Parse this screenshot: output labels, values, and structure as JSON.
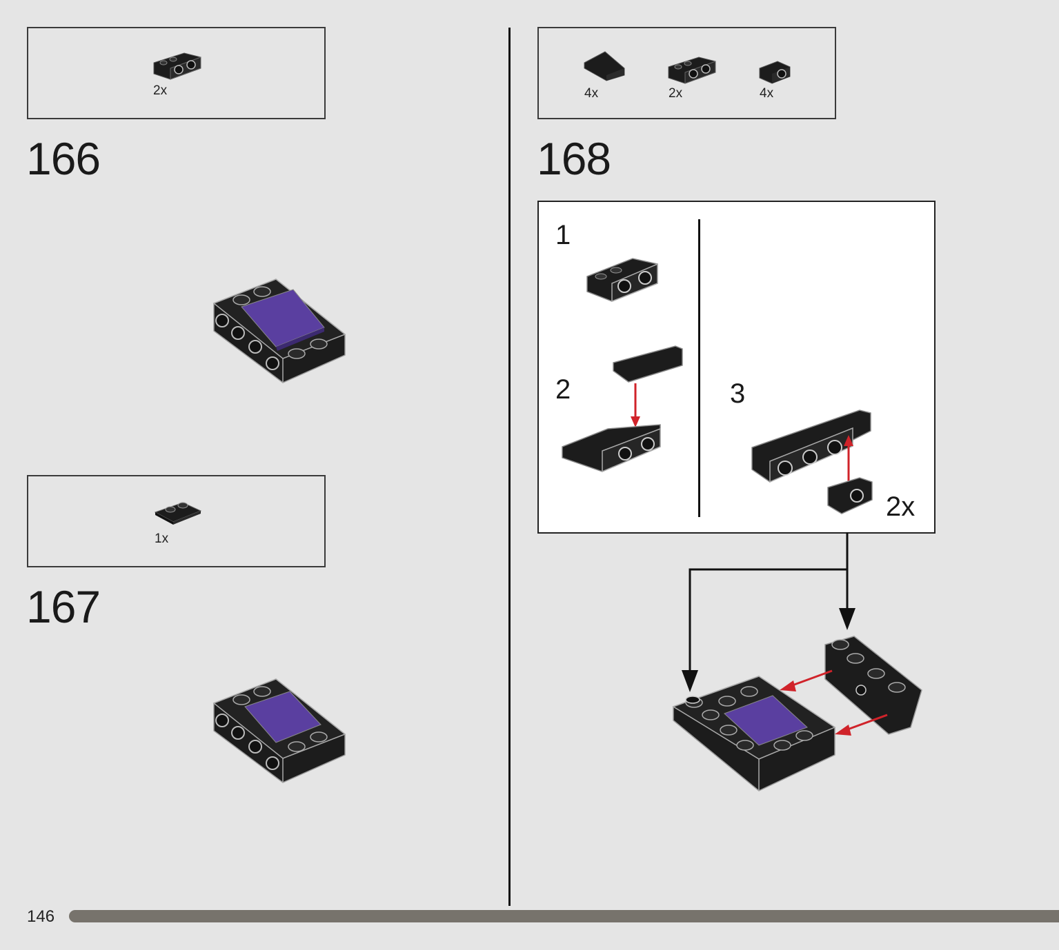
{
  "steps": [
    {
      "number": "166",
      "parts": [
        {
          "qty": "2x",
          "part": "bracket-1x2-icon"
        }
      ]
    },
    {
      "number": "167",
      "parts": [
        {
          "qty": "1x",
          "part": "plate-1x2-icon"
        }
      ]
    },
    {
      "number": "168",
      "parts": [
        {
          "qty": "4x",
          "part": "slope-icon"
        },
        {
          "qty": "2x",
          "part": "bracket-1x2-icon"
        },
        {
          "qty": "4x",
          "part": "bracket-1x1-icon"
        }
      ],
      "substeps": [
        {
          "number": "1"
        },
        {
          "number": "2"
        },
        {
          "number": "3",
          "multiplier": "2x"
        }
      ]
    }
  ],
  "page": {
    "number": "146"
  },
  "colors": {
    "background": "#e5e5e5",
    "brick": "#1c1c1c",
    "purple": "#5a3fa0",
    "arrow_red": "#d0232a",
    "progress": "#77736c"
  }
}
